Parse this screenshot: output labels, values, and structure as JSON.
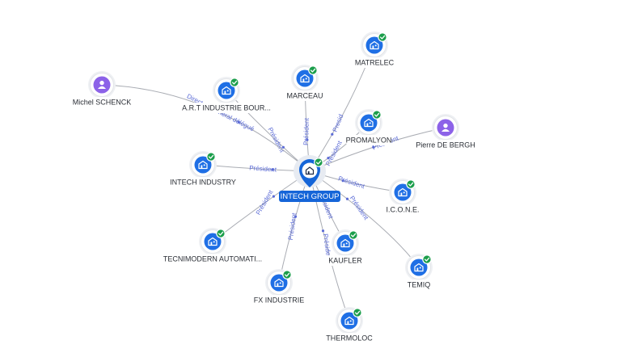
{
  "center": {
    "id": "intech-group",
    "label": "INTECH GROUP",
    "kind": "company",
    "verified": true
  },
  "nodes": [
    {
      "id": "matrelec",
      "label": "MATRELEC",
      "kind": "company",
      "verified": true
    },
    {
      "id": "marceau",
      "label": "MARCEAU",
      "kind": "company",
      "verified": true
    },
    {
      "id": "art-industrie",
      "label": "A.R.T INDUSTRIE BOUR...",
      "kind": "company",
      "verified": true
    },
    {
      "id": "michel-schenck",
      "label": "Michel SCHENCK",
      "kind": "person",
      "verified": false
    },
    {
      "id": "promalyon",
      "label": "PROMALYON",
      "kind": "company",
      "verified": true
    },
    {
      "id": "pierre-de-bergh",
      "label": "Pierre DE BERGH",
      "kind": "person",
      "verified": false
    },
    {
      "id": "intech-industry",
      "label": "INTECH INDUSTRY",
      "kind": "company",
      "verified": true
    },
    {
      "id": "icone",
      "label": "I.C.O.N.E.",
      "kind": "company",
      "verified": true
    },
    {
      "id": "tecnimodern",
      "label": "TECNIMODERN AUTOMATI...",
      "kind": "company",
      "verified": true
    },
    {
      "id": "kaufler",
      "label": "KAUFLER",
      "kind": "company",
      "verified": true
    },
    {
      "id": "temiq",
      "label": "TEMIQ",
      "kind": "company",
      "verified": true
    },
    {
      "id": "fx-industrie",
      "label": "FX INDUSTRIE",
      "kind": "company",
      "verified": true
    },
    {
      "id": "thermoloc",
      "label": "THERMOLOC",
      "kind": "company",
      "verified": true
    }
  ],
  "edges": [
    {
      "from": "intech-group",
      "to": "matrelec",
      "label": "Presid"
    },
    {
      "from": "intech-group",
      "to": "marceau",
      "label": "Président"
    },
    {
      "from": "intech-group",
      "to": "art-industrie",
      "label": "Président"
    },
    {
      "from": "michel-schenck",
      "to": "intech-group",
      "label": "Directeur général délégué"
    },
    {
      "from": "intech-group",
      "to": "promalyon",
      "label": "Président"
    },
    {
      "from": "pierre-de-bergh",
      "to": "intech-group",
      "label": "Président"
    },
    {
      "from": "intech-group",
      "to": "intech-industry",
      "label": "Président"
    },
    {
      "from": "intech-group",
      "to": "icone",
      "label": "Président"
    },
    {
      "from": "intech-group",
      "to": "tecnimodern",
      "label": "Président"
    },
    {
      "from": "intech-group",
      "to": "kaufler",
      "label": "Président"
    },
    {
      "from": "intech-group",
      "to": "temiq",
      "label": "Président"
    },
    {
      "from": "intech-group",
      "to": "fx-industrie",
      "label": "Président"
    },
    {
      "from": "intech-group",
      "to": "thermoloc",
      "label": "Préside"
    }
  ]
}
